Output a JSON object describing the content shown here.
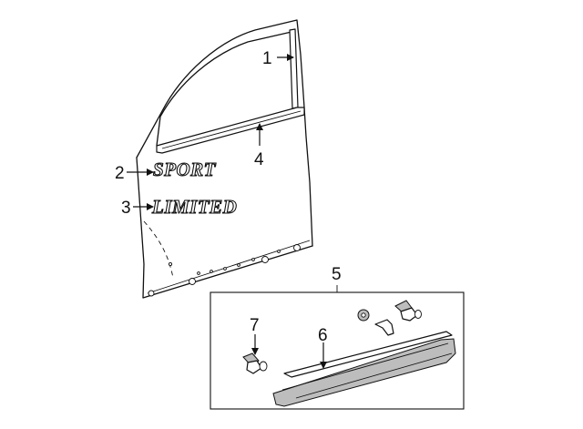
{
  "callouts": [
    {
      "id": "1",
      "label": "1"
    },
    {
      "id": "2",
      "label": "2"
    },
    {
      "id": "3",
      "label": "3"
    },
    {
      "id": "4",
      "label": "4"
    },
    {
      "id": "5",
      "label": "5"
    },
    {
      "id": "6",
      "label": "6"
    },
    {
      "id": "7",
      "label": "7"
    }
  ],
  "emblems": {
    "sport": "SPORT",
    "limited": "LIMITED"
  },
  "colors": {
    "ink": "#111111",
    "background": "#ffffff",
    "shade": "#bdbdbd"
  }
}
